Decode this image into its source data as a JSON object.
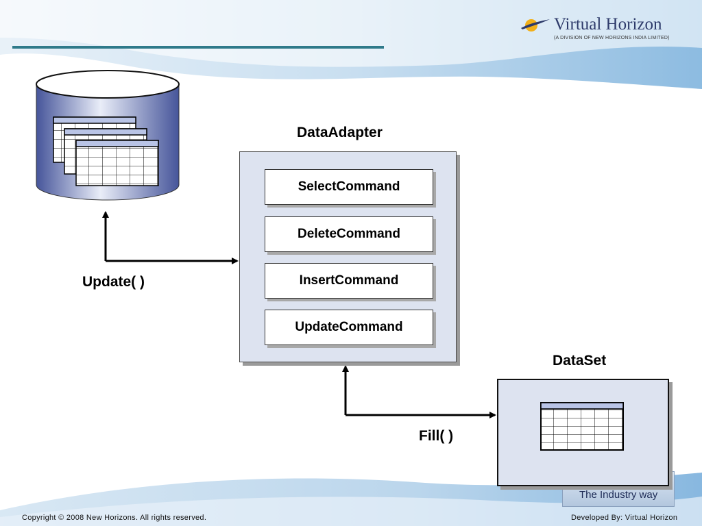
{
  "header": {
    "logo_name": "Virtual Horizon",
    "logo_subtitle": "(A DIVISION OF NEW HORIZONS INDIA LIMITED)"
  },
  "diagram": {
    "data_adapter_title": "DataAdapter",
    "commands": [
      "SelectCommand",
      "DeleteCommand",
      "InsertCommand",
      "UpdateCommand"
    ],
    "dataset_title": "DataSet",
    "update_label": "Update( )",
    "fill_label": "Fill( )"
  },
  "tagline": "The Industry way",
  "footer": {
    "copyright": "Copyright © 2008 New Horizons. All rights reserved.",
    "developed_by": "Developed By: Virtual Horizon"
  },
  "colors": {
    "database_blue": "#4a5aa0",
    "box_fill": "#dde3f0",
    "header_line": "#2f7a8a",
    "logo_text": "#2d3a6a"
  }
}
